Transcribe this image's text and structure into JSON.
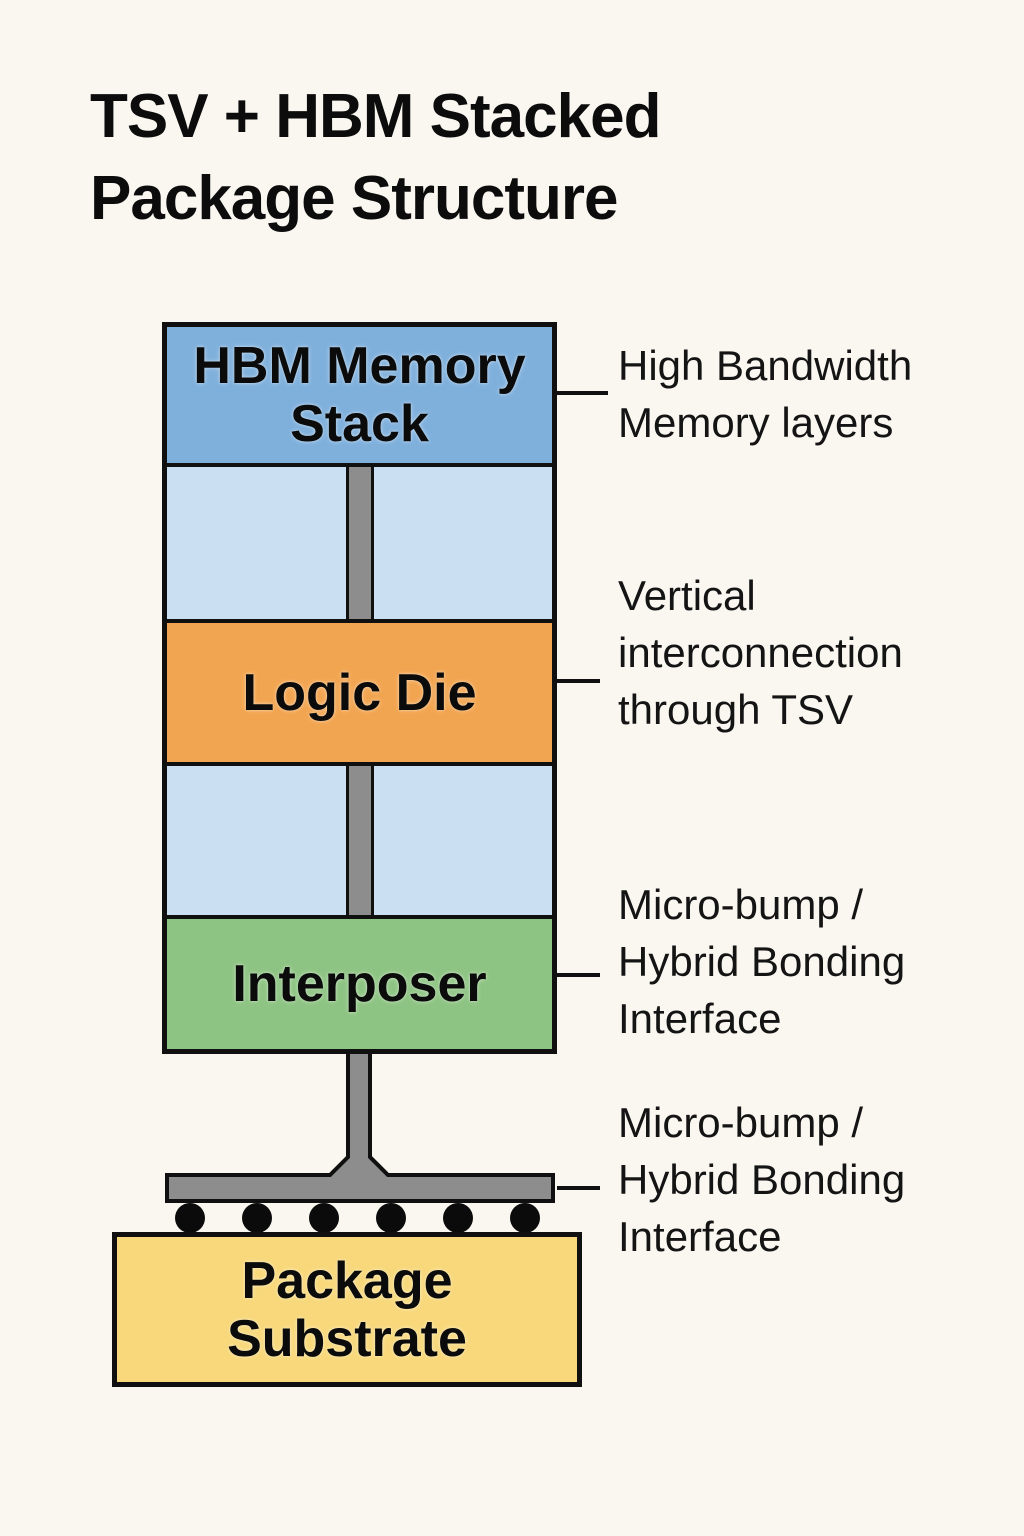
{
  "page": {
    "background_color": "#faf7f1"
  },
  "title": {
    "text": "TSV + HBM Stacked Package Structure",
    "lines": [
      "TSV + HBM Stacked",
      "Package Structure"
    ]
  },
  "stack": {
    "layers": [
      {
        "name": "hbm-memory-stack",
        "label": "HBM Memory Stack",
        "color": "#7fb0dc"
      },
      {
        "name": "dram-layer-upper",
        "label": "",
        "color": "#cbdff2"
      },
      {
        "name": "logic-die",
        "label": "Logic Die",
        "color": "#f2a550"
      },
      {
        "name": "dram-layer-lower",
        "label": "",
        "color": "#cbdff2"
      },
      {
        "name": "interposer",
        "label": "Interposer",
        "color": "#8ec483"
      }
    ],
    "tsv_column_color": "#8d8d8d",
    "outline_color": "#101010",
    "substrate": {
      "label": "Package Substrate",
      "color": "#f8d87a"
    },
    "bumps": {
      "count": 6,
      "color": "#0b0b0b"
    }
  },
  "annotations": [
    {
      "text": "High Bandwidth Memory layers",
      "lines": [
        "High Bandwidth",
        "Memory layers"
      ]
    },
    {
      "text": "Vertical interconnection through TSV",
      "lines": [
        "Vertical",
        "interconnection",
        "through TSV"
      ]
    },
    {
      "text": "Micro-bump / Hybrid Bonding Interface",
      "lines": [
        "Micro-bump /",
        "Hybrid Bonding",
        "Interface"
      ]
    },
    {
      "text": "Micro-bump / Hybrid Bonding Interface",
      "lines": [
        "Micro-bump /",
        "Hybrid Bonding",
        "Interface"
      ]
    }
  ]
}
